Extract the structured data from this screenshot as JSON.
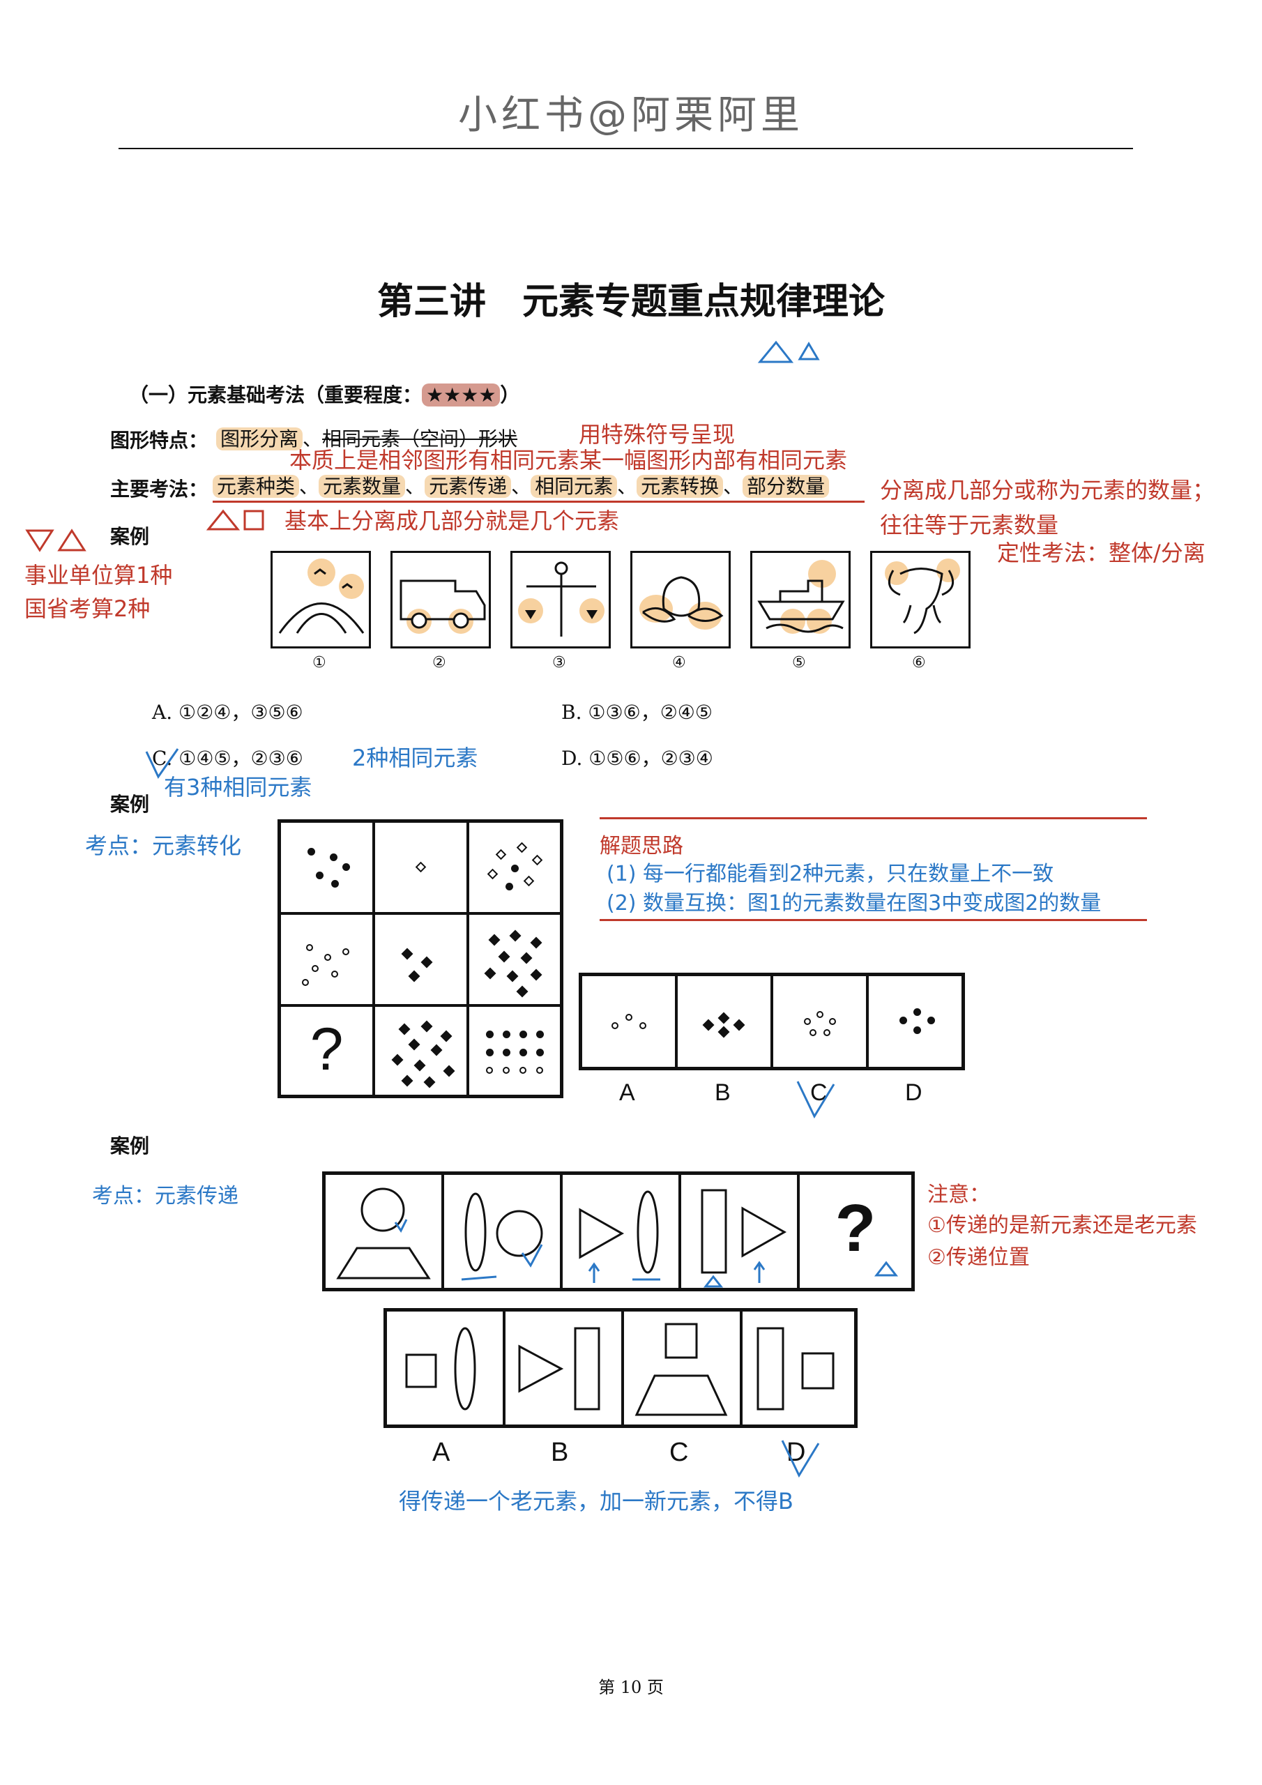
{
  "header": {
    "watermark": "小红书@阿栗阿里"
  },
  "title": "第三讲　元素专题重点规律理论",
  "section1": {
    "heading": "（一）元素基础考法（重要程度：",
    "stars": "★★★★",
    "heading_end": "）",
    "features_label": "图形特点：",
    "features_value1": "图形分离",
    "features_sep": "、",
    "features_value2": "相同元素（空间）形状",
    "features_note": "用特殊符号呈现",
    "features_note2": "本质上是相邻图形有相同元素某一幅图形内部有相同元素",
    "methods_label": "主要考法：",
    "methods": [
      "元素种类",
      "元素数量",
      "元素传递",
      "相同元素",
      "元素转换",
      "部分数量"
    ],
    "methods_note_right1": "分离成几部分或称为元素的数量；",
    "methods_note_right2": "往往等于元素数量",
    "methods_note_right3": "定性考法：整体/分离",
    "methods_note_below": "基本上分离成几部分就是几个元素",
    "left_note1": "事业单位算1种",
    "left_note2": "国省考算2种"
  },
  "case1": {
    "label": "案例",
    "fig_labels": [
      "①",
      "②",
      "③",
      "④",
      "⑤",
      "⑥"
    ],
    "options": [
      {
        "key": "A.",
        "text": "①②④，③⑤⑥"
      },
      {
        "key": "B.",
        "text": "①③⑥，②④⑤"
      },
      {
        "key": "C.",
        "text": "①④⑤，②③⑥"
      },
      {
        "key": "D.",
        "text": "①⑤⑥，②③④"
      }
    ],
    "note_c1": "2种相同元素",
    "note_c2": "有3种相同元素"
  },
  "case2": {
    "label": "案例",
    "topic": "考点：元素转化",
    "question_mark": "?",
    "answer_labels": [
      "A",
      "B",
      "C",
      "D"
    ],
    "solution_title": "解题思路",
    "solution_1": "(1) 每一行都能看到2种元素，只在数量上不一致",
    "solution_2": "(2) 数量互换：图1的元素数量在图3中变成图2的数量"
  },
  "case3": {
    "label": "案例",
    "topic": "考点：元素传递",
    "question_mark": "?",
    "answer_labels": [
      "A",
      "B",
      "C",
      "D"
    ],
    "note_title": "注意：",
    "note_1": "①传递的是新元素还是老元素",
    "note_2": "②传递位置",
    "bottom_note": "得传递一个老元素，加一新元素，不得B"
  },
  "footer": {
    "page": "第 10 页"
  },
  "colors": {
    "red": "#c0392b",
    "blue": "#2b78c6",
    "highlight": "#f6d9b2"
  }
}
